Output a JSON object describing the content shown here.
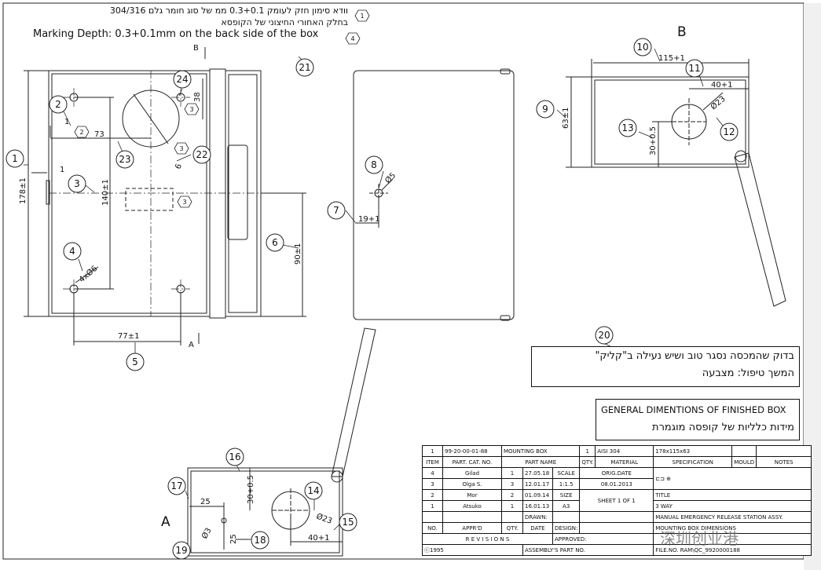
{
  "notes": {
    "hebrew_marking": "וודא סימון חזק לעומק 0.3+0.1 ממ של סוג חומר גלם 304/316",
    "hebrew_marking_2": "בחלק האחורי החיצוני של הקופסא",
    "marking_depth": "Marking Depth: 0.3+0.1mm on the back side of the box",
    "view_b": "B",
    "view_a": "A",
    "section_b": "B",
    "section_a": "A",
    "check_cover_he": "בדוק שהמכסה נסגר טוב ושיש נעילה ב\"קליק\"",
    "finish_he": "המשך טיפול: מצבעה",
    "general_dims_en": "GENERAL DIMENTIONS OF FINISHED BOX",
    "general_dims_he": "מידות כלליות של קופסה מוגמרת"
  },
  "dimensions": {
    "d178": "178±1",
    "d73": "73",
    "d140": "140±1",
    "d38": "38",
    "d1a": "1",
    "d1b": "1",
    "d4x6": "4xØ6",
    "d77": "77±1",
    "d90": "90±1",
    "d19": "19+1",
    "d5": "Ø5",
    "d115": "115+1",
    "d40": "40+1",
    "d23": "Ø23",
    "d63": "63±1",
    "d30b": "30+0.5",
    "d25a": "25",
    "d30a": "30+0.5",
    "d3": "Ø3",
    "d25b": "25",
    "d40b": "40+1",
    "d23b": "Ø23",
    "d6": "6"
  },
  "balloons": [
    "1",
    "2",
    "3",
    "4",
    "5",
    "6",
    "7",
    "8",
    "9",
    "10",
    "11",
    "12",
    "13",
    "14",
    "15",
    "16",
    "17",
    "18",
    "19",
    "20",
    "21",
    "22",
    "23",
    "24"
  ],
  "markers": {
    "m1": "1",
    "m2": "2",
    "m3": "3",
    "m4": "4"
  },
  "title_block": {
    "row1": {
      "item": "1",
      "cat": "99-20-00-01-88",
      "name": "MOUNTING BOX",
      "qty": "1",
      "mat": "AISI 304",
      "spec": "178x115x63"
    },
    "hdr": {
      "item": "ITEM",
      "cat": "PART. CAT. NO.",
      "name": "PART NAME",
      "qty": "QTY.",
      "mat": "MATERIAL",
      "spec": "SPECIFICATION",
      "mould": "MOULD",
      "notes": "NOTES"
    },
    "scale_label": "SCALE",
    "scale": "1:1.5",
    "orig_label": "ORIG.DATE",
    "orig": "08.01.2013",
    "size_label": "SIZE",
    "size": "A3",
    "sheet": "SHEET 1  OF 1",
    "title_label": "TITLE",
    "title1": "3 WAY",
    "title2": "MANUAL EMERGENCY RELEASE STATION ASSY.",
    "title3": "MOUNTING BOX DIMENSIONS",
    "revs": [
      {
        "no": "4",
        "by": "Gilad",
        "r": "1",
        "date": "27.05.18"
      },
      {
        "no": "3",
        "by": "Olga S.",
        "r": "3",
        "date": "12.01.17"
      },
      {
        "no": "2",
        "by": "Mor",
        "r": "2",
        "date": "01.09.14"
      },
      {
        "no": "1",
        "by": "Atsuko",
        "r": "1",
        "date": "16.01.13"
      }
    ],
    "drawn": "DRAWN:",
    "design": "DESIGN:",
    "approved": "APPROVED:",
    "no_label": "NO.",
    "apprd": "APPR'D",
    "qty2": "QTY.",
    "date_label": "DATE",
    "revisions": "R E V I S I O N S",
    "copyright": "ⓒ1995",
    "assy": "ASSEMBLY'S PART NO.",
    "fileno_label": "FILE.NO.",
    "fileno": "RAM\\QC_9920000188"
  },
  "watermark": "深圳创业港"
}
